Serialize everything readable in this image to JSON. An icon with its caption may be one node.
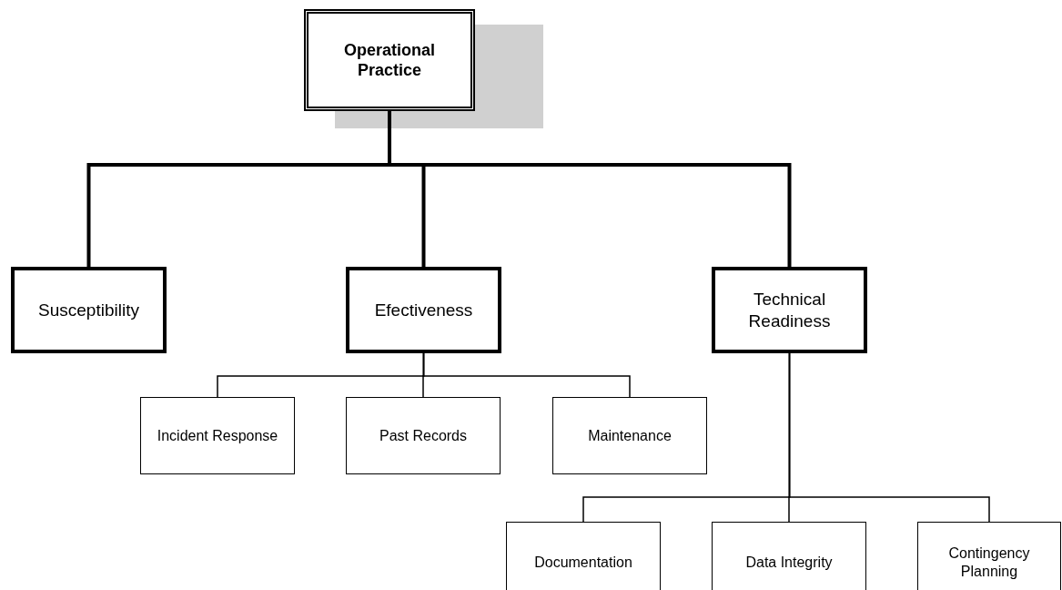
{
  "diagram": {
    "nodes": [
      {
        "text": [
          "Operational Practice"
        ]
      },
      {
        "text": [
          "Susceptibility"
        ]
      },
      {
        "text": [
          "Efectiveness"
        ]
      },
      {
        "text": [
          "Technical Readiness"
        ]
      },
      {
        "text": [
          "Incident Response"
        ]
      },
      {
        "text": [
          "Past Records"
        ]
      },
      {
        "text": [
          "Maintenance"
        ]
      },
      {
        "text": [
          "Documentation"
        ]
      },
      {
        "text": [
          "Data Integrity"
        ]
      },
      {
        "text": [
          "Contingency Planning"
        ]
      }
    ],
    "edges": [
      {
        "from": 0,
        "to": 1,
        "arrow": "none",
        "style": "thick"
      },
      {
        "from": 0,
        "to": 2,
        "arrow": "none",
        "style": "thick"
      },
      {
        "from": 0,
        "to": 3,
        "arrow": "none",
        "style": "thick"
      },
      {
        "from": 2,
        "to": 4,
        "arrow": "none"
      },
      {
        "from": 2,
        "to": 5,
        "arrow": "none"
      },
      {
        "from": 2,
        "to": 6,
        "arrow": "none"
      },
      {
        "from": 3,
        "to": 7,
        "arrow": "none"
      },
      {
        "from": 3,
        "to": 8,
        "arrow": "none"
      },
      {
        "from": 3,
        "to": 9,
        "arrow": "none"
      }
    ]
  }
}
